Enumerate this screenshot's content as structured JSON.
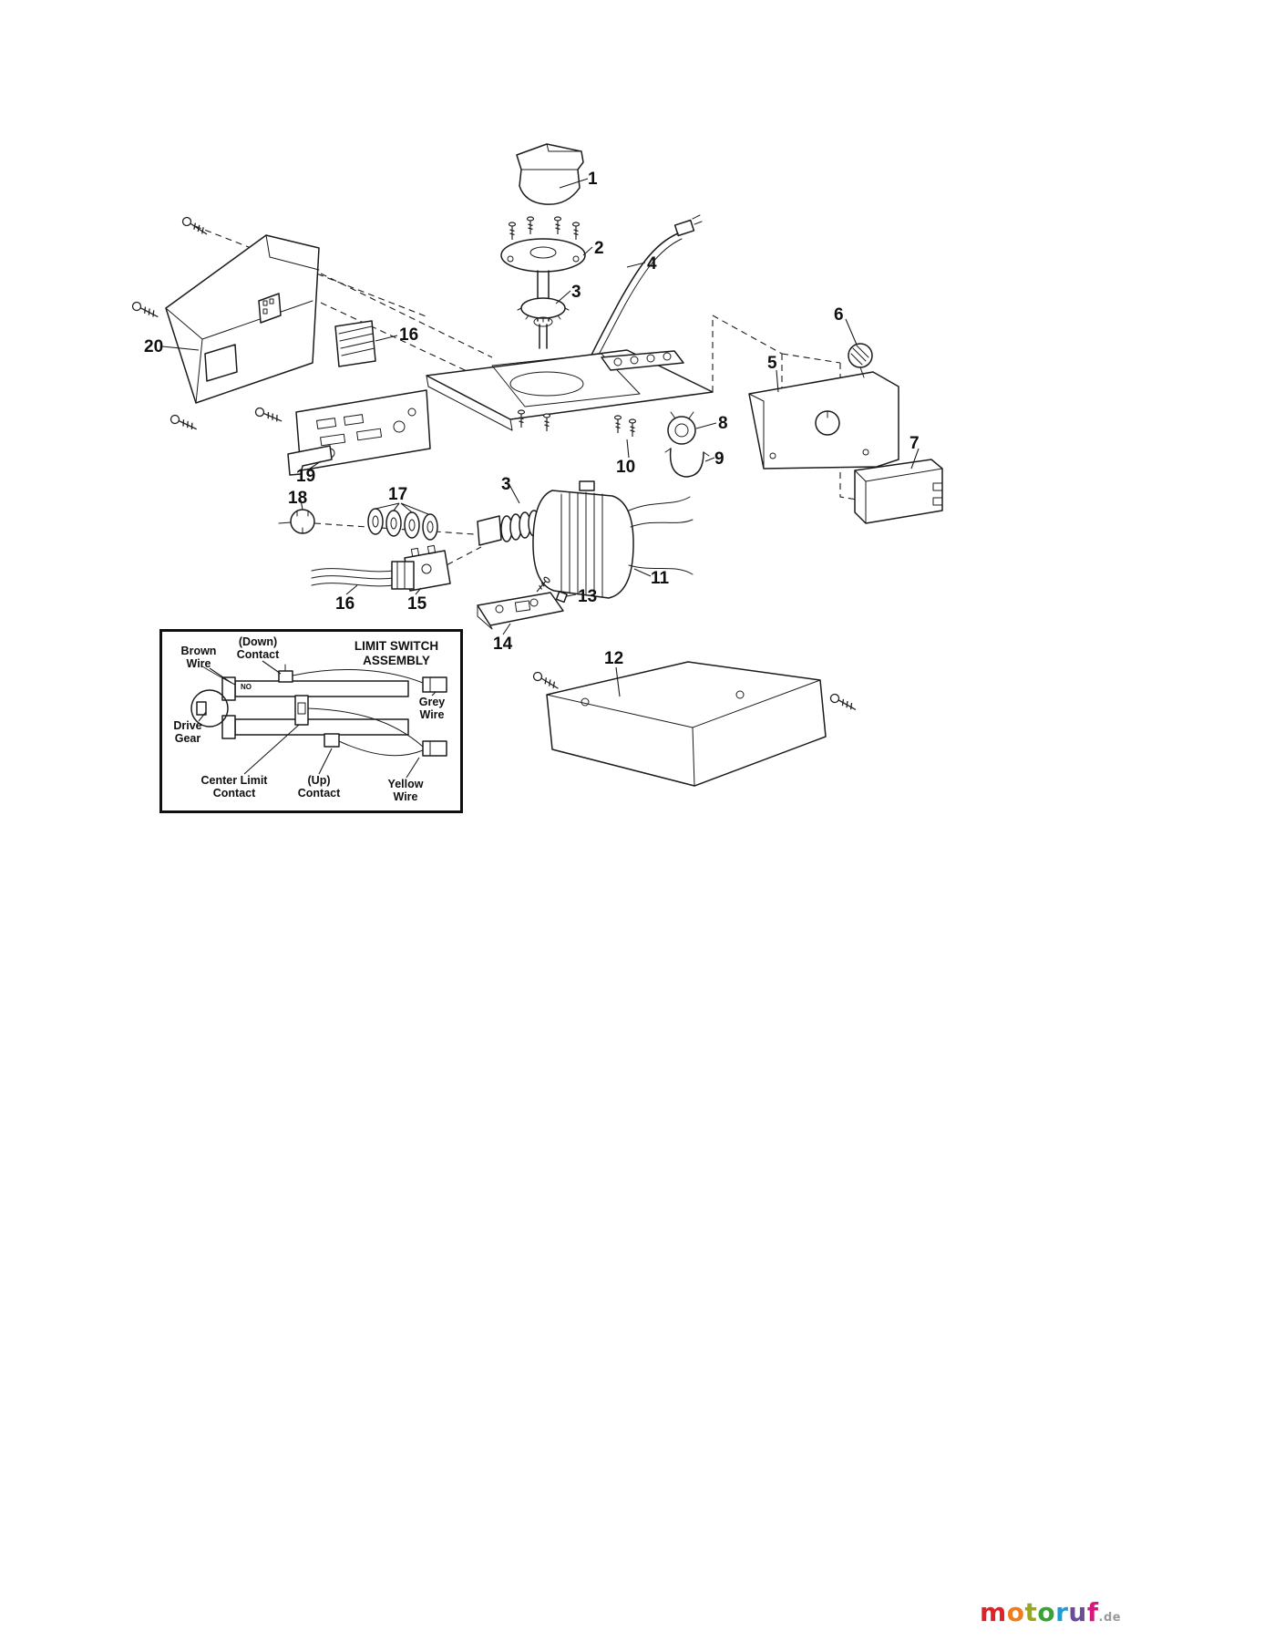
{
  "diagram": {
    "callouts": {
      "c1": "1",
      "c2": "2",
      "c3a": "3",
      "c3b": "3",
      "c4": "4",
      "c5": "5",
      "c6": "6",
      "c7": "7",
      "c8": "8",
      "c9": "9",
      "c10": "10",
      "c11": "11",
      "c12": "12",
      "c13": "13",
      "c14": "14",
      "c15": "15",
      "c16a": "16",
      "c16b": "16",
      "c17": "17",
      "c18": "18",
      "c19": "19",
      "c20": "20"
    },
    "inset": {
      "title": "LIMIT SWITCH\nASSEMBLY",
      "brown_wire": "Brown\nWire",
      "down_contact": "(Down)\nContact",
      "grey_wire": "Grey\nWire",
      "drive_gear": "Drive\nGear",
      "center_limit_contact": "Center Limit\nContact",
      "up_contact": "(Up)\nContact",
      "yellow_wire": "Yellow\nWire",
      "no_marking": "NO"
    }
  },
  "logo": {
    "letters": [
      {
        "ch": "m",
        "color": "#e02128"
      },
      {
        "ch": "o",
        "color": "#f07d1d"
      },
      {
        "ch": "t",
        "color": "#9aa71b"
      },
      {
        "ch": "o",
        "color": "#3aa335"
      },
      {
        "ch": "r",
        "color": "#1f9cd8"
      },
      {
        "ch": "u",
        "color": "#6a4c9c"
      },
      {
        "ch": "f",
        "color": "#d6197f"
      }
    ],
    "suffix": ".de",
    "suffix_color": "#9a9a9a"
  }
}
